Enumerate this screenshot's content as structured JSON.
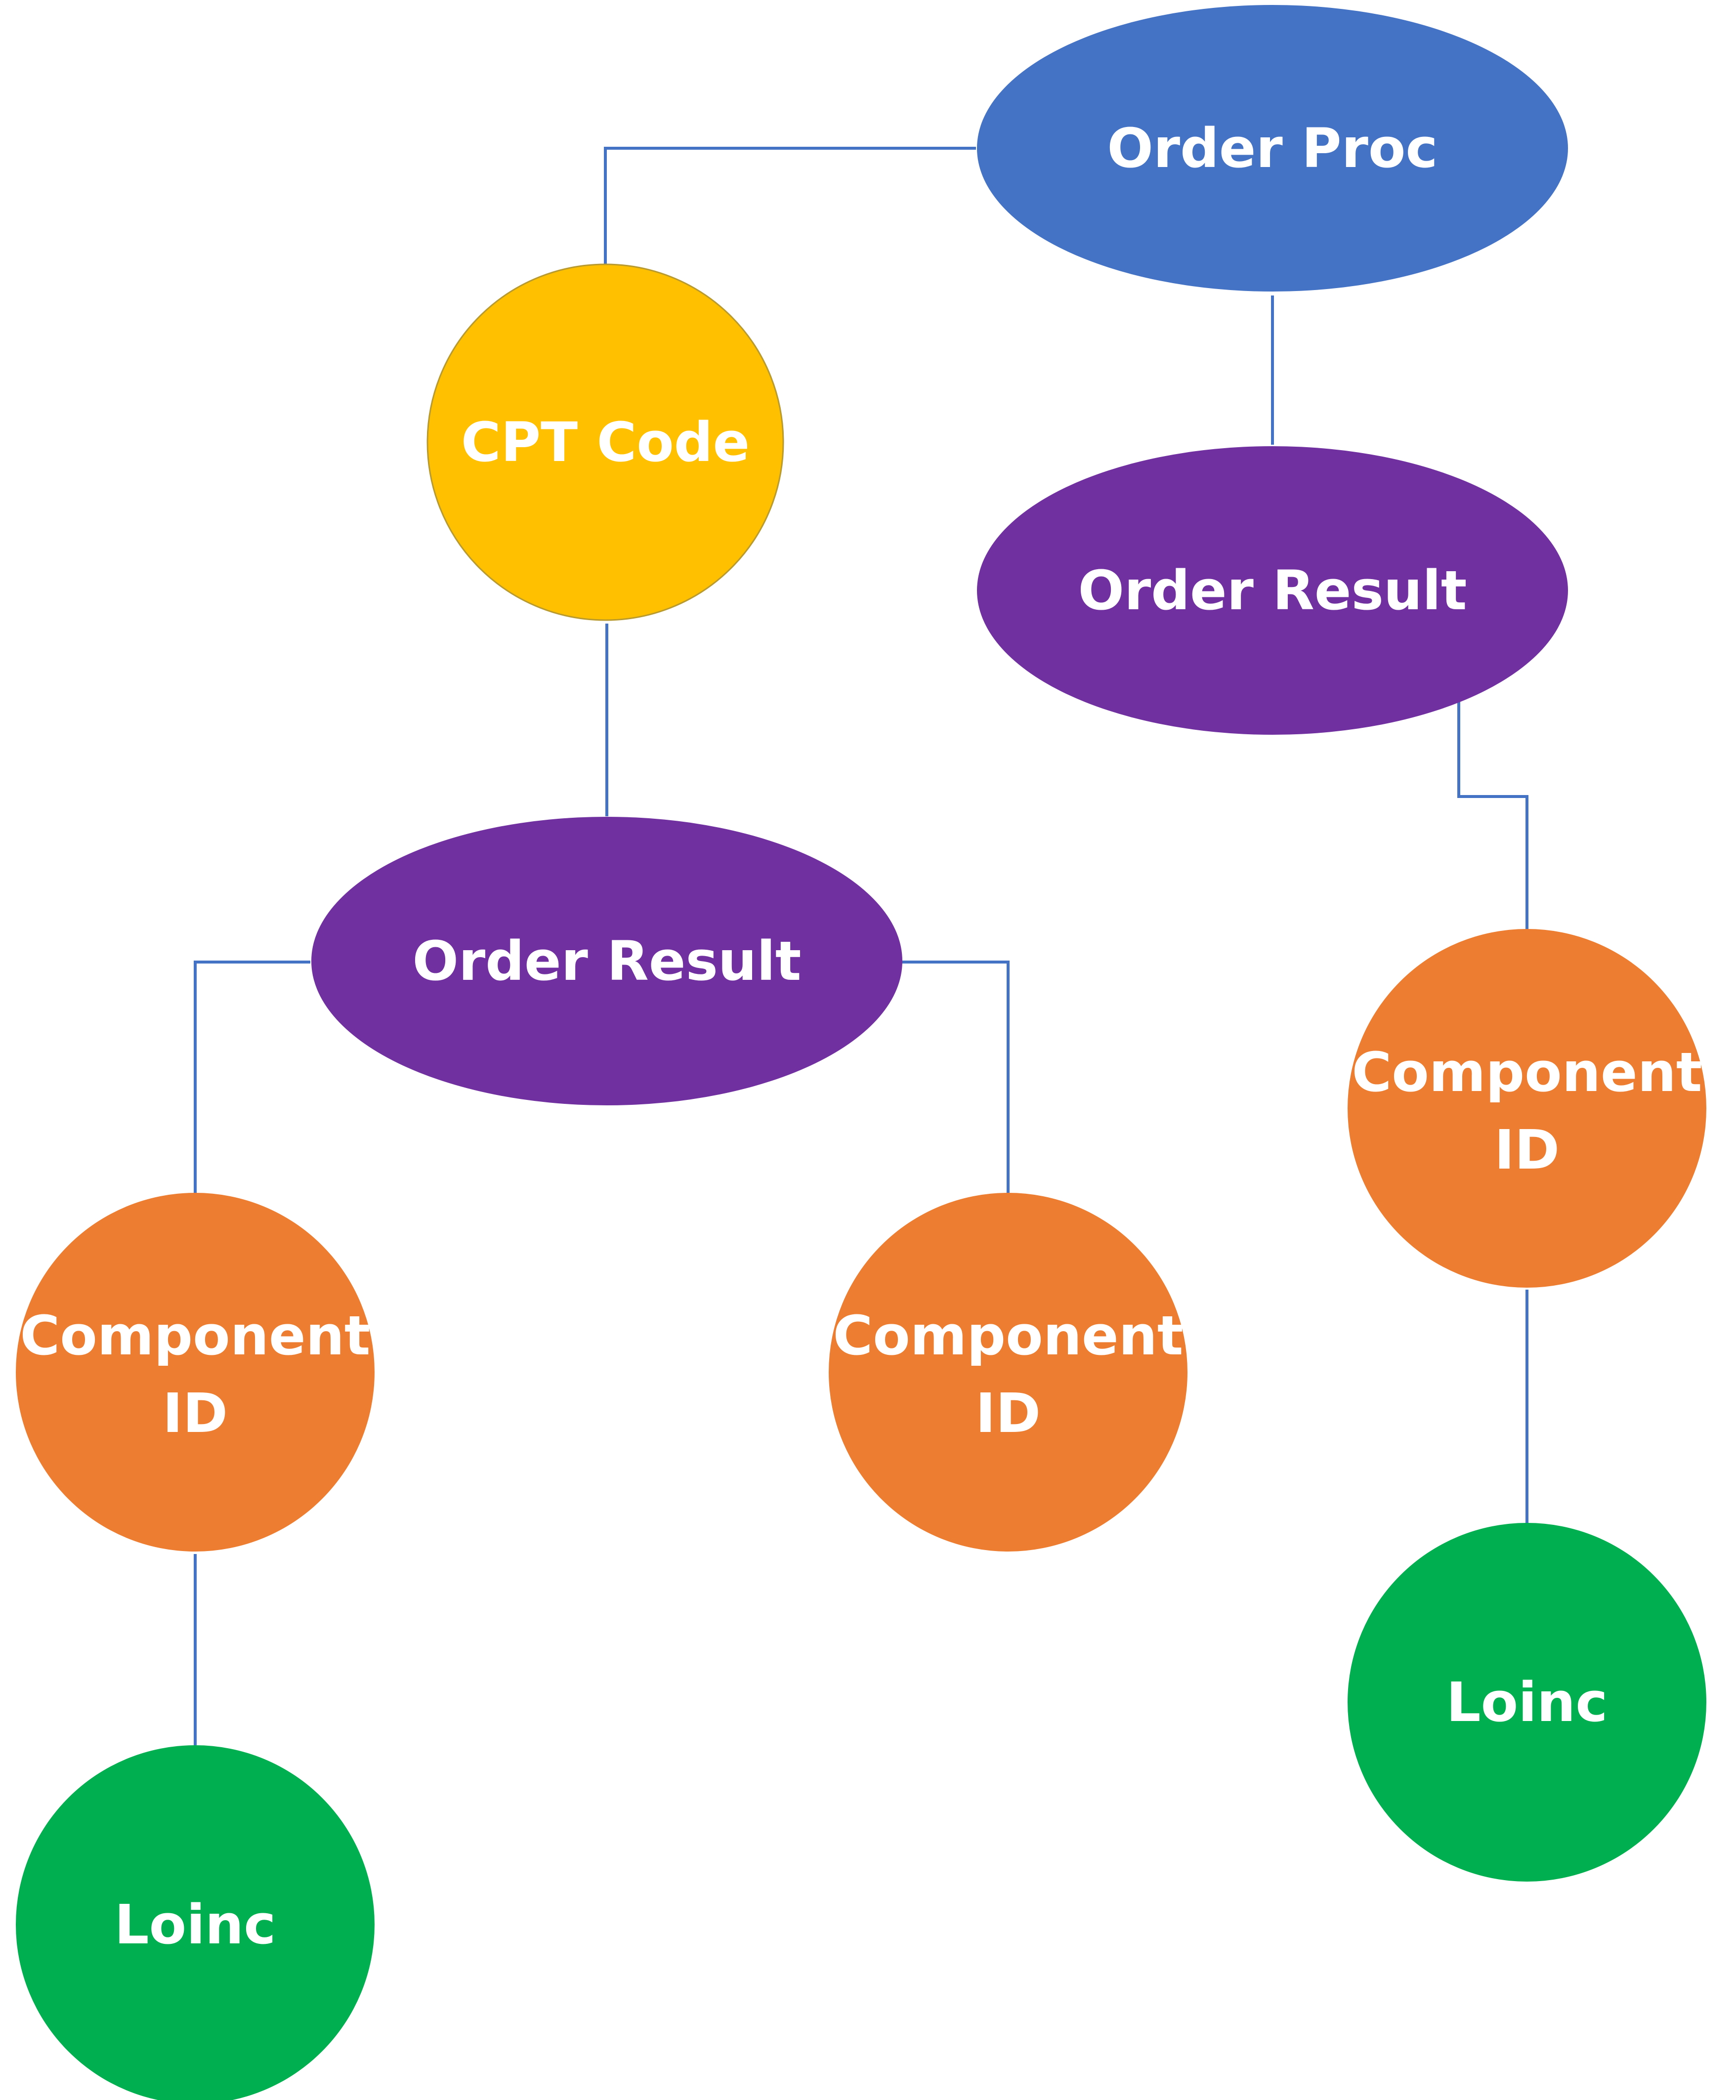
{
  "colors": {
    "background": "#ffffff",
    "connector": "#4472c4",
    "order_proc": "#4472c4",
    "order_result": "#7030a0",
    "cpt_code": "#ffc000",
    "cpt_code_border": "#b89a2e",
    "component": "#ed7d31",
    "loinc": "#00b050",
    "label_text": "#ffffff"
  },
  "nodes": {
    "order_proc": {
      "label": "Order Proc"
    },
    "cpt_code": {
      "label": "CPT Code"
    },
    "order_result_right": {
      "label": "Order Result"
    },
    "order_result_left": {
      "label": "Order Result"
    },
    "component_left": {
      "label_line1": "Component",
      "label_line2": "ID"
    },
    "component_middle": {
      "label_line1": "Component",
      "label_line2": "ID"
    },
    "component_right": {
      "label_line1": "Component",
      "label_line2": "ID"
    },
    "loinc_left": {
      "label": "Loinc"
    },
    "loinc_right": {
      "label": "Loinc"
    }
  }
}
